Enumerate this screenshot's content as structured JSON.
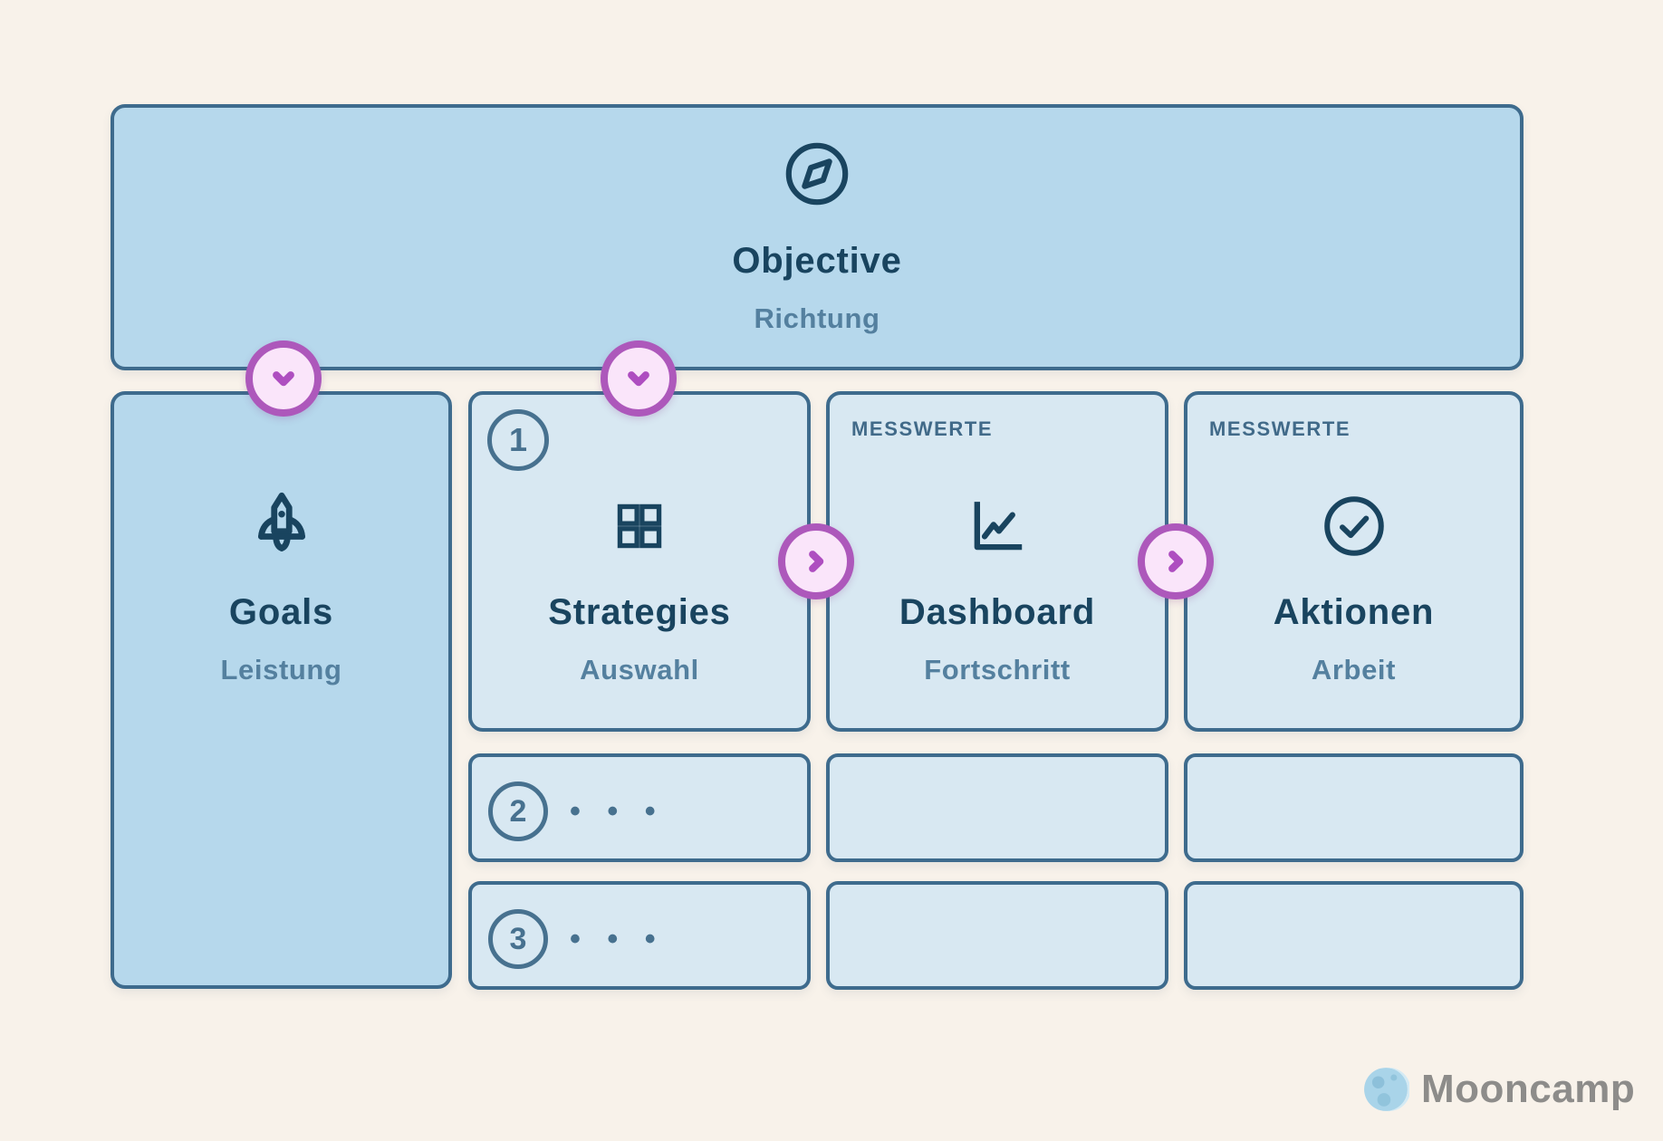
{
  "banner": {
    "title": "Objective",
    "subtitle": "Richtung",
    "icon": "compass-icon"
  },
  "cards": {
    "goals": {
      "title": "Goals",
      "subtitle": "Leistung",
      "icon": "rocket-icon"
    },
    "strategies": {
      "step": "1",
      "title": "Strategies",
      "subtitle": "Auswahl",
      "icon": "grid-icon"
    },
    "dashboard": {
      "label": "MESSWERTE",
      "title": "Dashboard",
      "subtitle": "Fortschritt",
      "icon": "line-chart-icon"
    },
    "aktionen": {
      "label": "MESSWERTE",
      "title": "Aktionen",
      "subtitle": "Arbeit",
      "icon": "check-circle-icon"
    }
  },
  "list_rows": [
    {
      "step": "2",
      "dots": "• • •"
    },
    {
      "step": "3",
      "dots": "• • •"
    }
  ],
  "brand": {
    "name": "Mooncamp",
    "icon": "moon-icon"
  },
  "colors": {
    "background": "#f8f2ea",
    "card_medium_blue": "#b6d8ec",
    "card_light_blue": "#d8e8f2",
    "card_border": "#3e6b8d",
    "title_navy": "#19445f",
    "subtitle_slate": "#54809f",
    "metric_label": "#416a89",
    "step_circle": "#47718f",
    "badge_ring": "#ad58bb",
    "badge_fill": "#fae5fa",
    "brand_gray": "#8d8c8a"
  }
}
